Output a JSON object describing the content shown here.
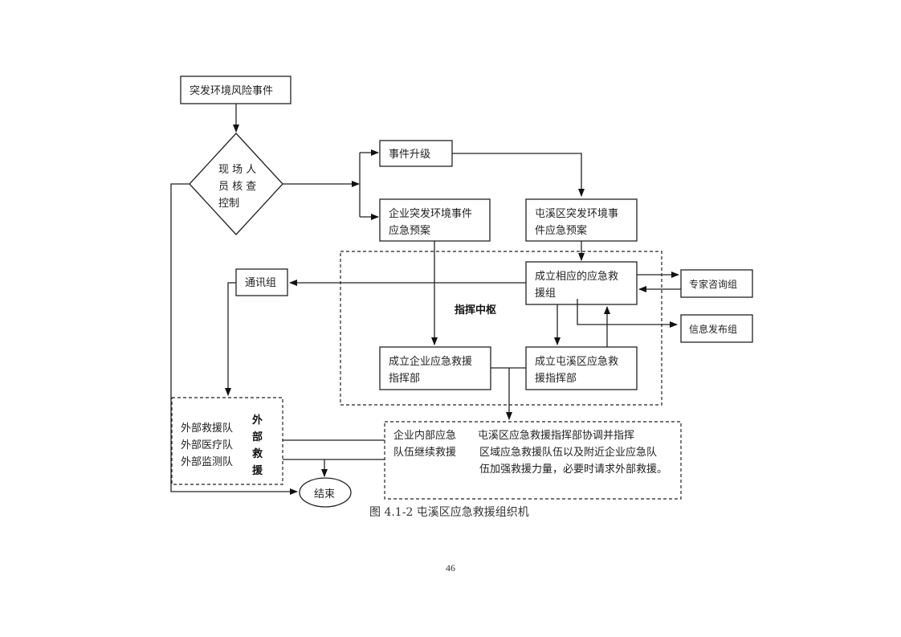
{
  "diagram": {
    "start": "突发环境风险事件",
    "decision": [
      "现 场 人",
      "员 核 查",
      "控制"
    ],
    "upgrade": "事件升级",
    "enterprise_plan": [
      "企业突发环境事件",
      "应急预案"
    ],
    "district_plan": [
      "屯溪区突发环境事",
      "件应急预案"
    ],
    "command_center_label": "指挥中枢",
    "rescue_group": [
      "成立相应的应急救",
      "援组"
    ],
    "expert_group": "专家咨询组",
    "info_group": "信息发布组",
    "comm_group": "通讯组",
    "enterprise_hq": [
      "成立企业应急救援",
      "指挥部"
    ],
    "district_hq": [
      "成立屯溪区应急救",
      "援指挥部"
    ],
    "external_teams": [
      "外部救援队",
      "外部医疗队",
      "外部监测队"
    ],
    "external_label": [
      "外",
      "部",
      "救",
      "援"
    ],
    "internal_rescue": [
      "企业内部应急",
      "队伍继续救援"
    ],
    "district_coordination": [
      "屯溪区应急救援指挥部协调并指挥",
      "区域应急救援队伍以及附近企业应急队",
      "伍加强救援力量，必要时请求外部救援。"
    ],
    "end": "结束"
  },
  "caption": "图 4.1-2  屯溪区应急救援组织机",
  "page_number": "46"
}
